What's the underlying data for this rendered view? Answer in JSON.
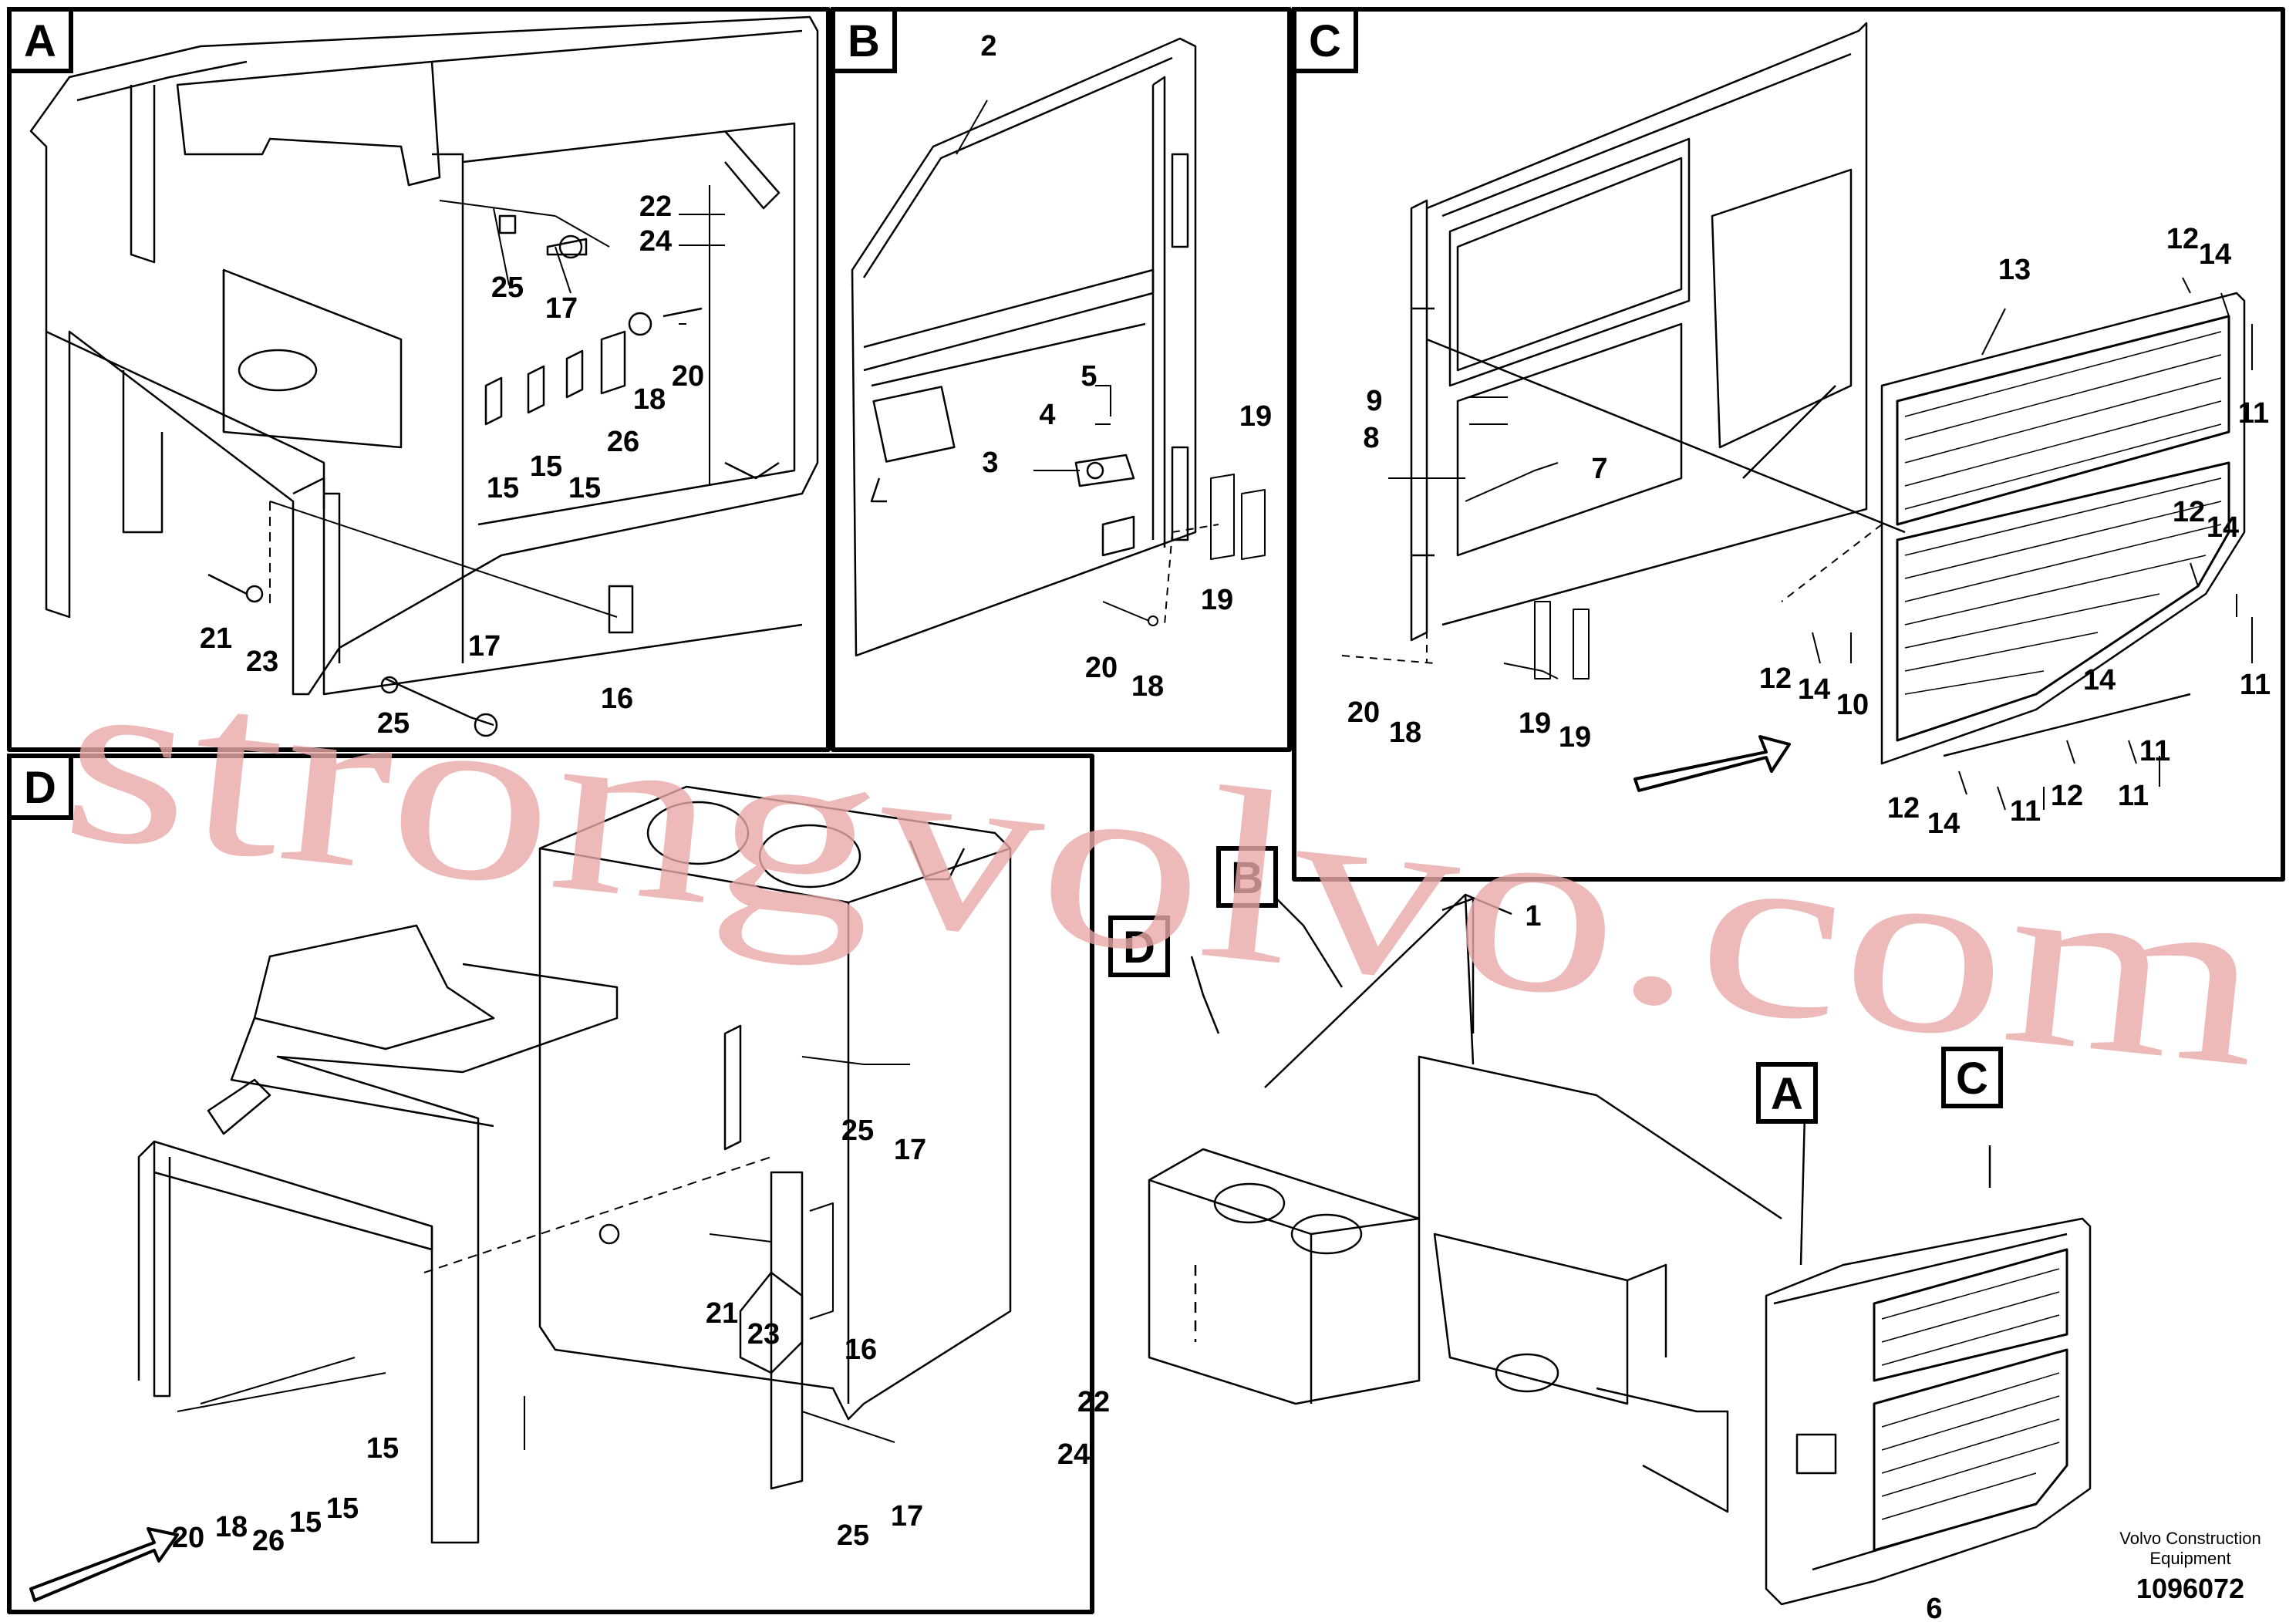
{
  "watermark": "strongvolvo.com",
  "brand": {
    "line1": "Volvo Construction",
    "line2": "Equipment",
    "doc_number": "1096072"
  },
  "views": {
    "A": {
      "label": "A",
      "callouts": [
        "22",
        "24",
        "25",
        "17",
        "20",
        "18",
        "26",
        "15",
        "15",
        "15",
        "21",
        "23",
        "17",
        "25",
        "16"
      ]
    },
    "B": {
      "label": "B",
      "callouts": [
        "2",
        "5",
        "4",
        "3",
        "19",
        "19",
        "20",
        "18"
      ]
    },
    "C": {
      "label": "C",
      "callouts": [
        "13",
        "12",
        "14",
        "11",
        "9",
        "8",
        "7",
        "12",
        "14",
        "11",
        "12",
        "14",
        "10",
        "20",
        "18",
        "19",
        "19",
        "14",
        "11",
        "12",
        "11",
        "12",
        "14",
        "11"
      ]
    },
    "D": {
      "label": "D",
      "callouts": [
        "25",
        "17",
        "21",
        "23",
        "16",
        "22",
        "24",
        "20",
        "18",
        "26",
        "15",
        "15",
        "15",
        "25",
        "17"
      ]
    },
    "overview": {
      "labels": [
        "B",
        "D",
        "A",
        "C"
      ],
      "callouts": [
        "1",
        "6"
      ]
    }
  }
}
